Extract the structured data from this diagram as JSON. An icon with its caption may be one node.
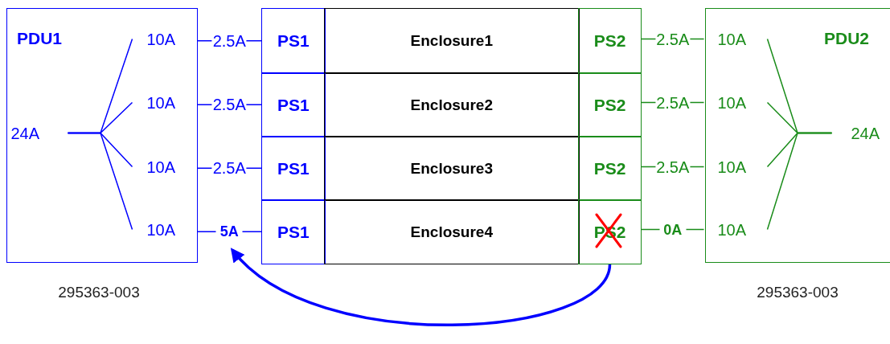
{
  "diagram": {
    "nodes": [
      {
        "text": [
          "PDU1"
        ],
        "beside": [
          "295363-003"
        ]
      },
      {
        "text": [
          "24A"
        ],
        "in": 0
      },
      {
        "text": [
          "10A"
        ],
        "in": 0
      },
      {
        "text": [
          "10A"
        ],
        "in": 0
      },
      {
        "text": [
          "10A"
        ],
        "in": 0
      },
      {
        "text": [
          "10A"
        ],
        "in": 0
      },
      {
        "text": [
          "PS1"
        ]
      },
      {
        "text": [
          "Enclosure1"
        ]
      },
      {
        "text": [
          "PS2"
        ]
      },
      {
        "text": [
          "PS1"
        ]
      },
      {
        "text": [
          "Enclosure2"
        ]
      },
      {
        "text": [
          "PS2"
        ]
      },
      {
        "text": [
          "PS1"
        ]
      },
      {
        "text": [
          "Enclosure3"
        ]
      },
      {
        "text": [
          "PS2"
        ]
      },
      {
        "text": [
          "PS1"
        ]
      },
      {
        "text": [
          "Enclosure4"
        ]
      },
      {
        "text": [
          "PS2"
        ]
      },
      {
        "text": [
          "PDU2"
        ],
        "beside": [
          "295363-003"
        ]
      },
      {
        "text": [
          "24A"
        ],
        "in": 18
      },
      {
        "text": [
          "10A"
        ],
        "in": 18
      },
      {
        "text": [
          "10A"
        ],
        "in": 18
      },
      {
        "text": [
          "10A"
        ],
        "in": 18
      },
      {
        "text": [
          "10A"
        ],
        "in": 18
      }
    ],
    "edges": [
      {
        "from": 1,
        "to": 2,
        "arrow": "none",
        "color": "#0000ff"
      },
      {
        "from": 1,
        "to": 3,
        "arrow": "none",
        "color": "#0000ff"
      },
      {
        "from": 1,
        "to": 4,
        "arrow": "none",
        "color": "#0000ff"
      },
      {
        "from": 1,
        "to": 5,
        "arrow": "none",
        "color": "#0000ff"
      },
      {
        "from": 2,
        "to": 6,
        "label": "2.5A",
        "arrow": "none",
        "color": "#0000ff"
      },
      {
        "from": 3,
        "to": 9,
        "label": "2.5A",
        "arrow": "none",
        "color": "#0000ff"
      },
      {
        "from": 4,
        "to": 12,
        "label": "2.5A",
        "arrow": "none",
        "color": "#0000ff"
      },
      {
        "from": 5,
        "to": 15,
        "label": "5A",
        "arrow": "none",
        "color": "#0000ff"
      },
      {
        "from": 8,
        "to": 20,
        "label": "2.5A",
        "arrow": "none",
        "color": "#1a8c1a"
      },
      {
        "from": 11,
        "to": 21,
        "label": "2.5A",
        "arrow": "none",
        "color": "#1a8c1a"
      },
      {
        "from": 14,
        "to": 22,
        "label": "2.5A",
        "arrow": "none",
        "color": "#1a8c1a"
      },
      {
        "from": 17,
        "to": 23,
        "label": "0A",
        "arrow": "none",
        "color": "#1a8c1a"
      },
      {
        "from": 19,
        "to": 20,
        "arrow": "none",
        "color": "#1a8c1a"
      },
      {
        "from": 19,
        "to": 21,
        "arrow": "none",
        "color": "#1a8c1a"
      },
      {
        "from": 19,
        "to": 22,
        "arrow": "none",
        "color": "#1a8c1a"
      },
      {
        "from": 19,
        "to": 23,
        "arrow": "none",
        "color": "#1a8c1a"
      },
      {
        "from": 17,
        "to": null,
        "arrow": "to",
        "style": "thick",
        "color": "#0000ff"
      }
    ]
  }
}
